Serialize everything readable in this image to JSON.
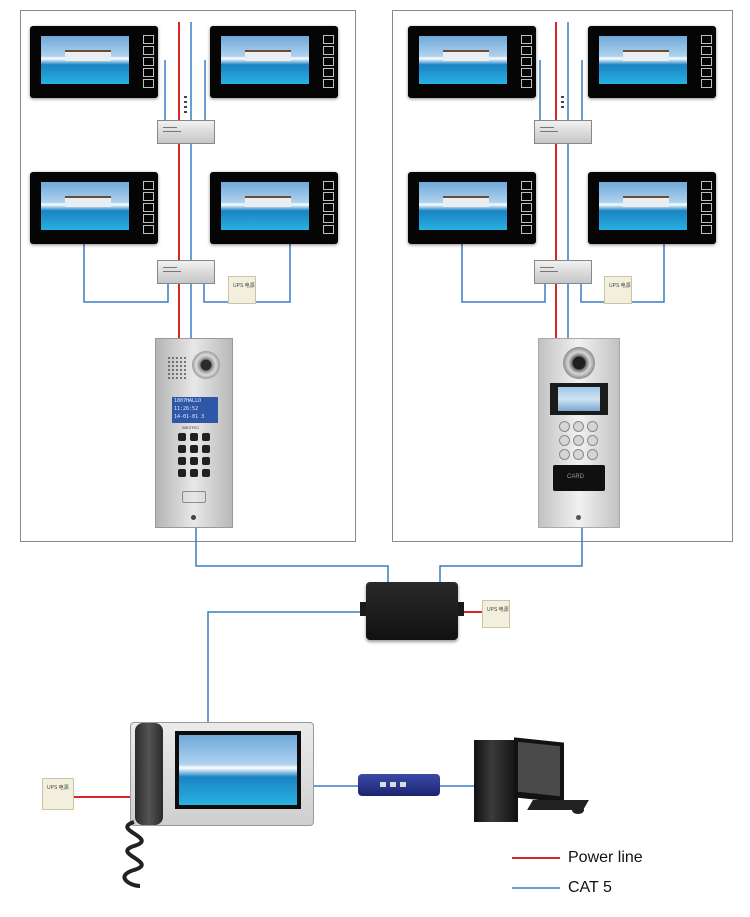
{
  "legend": {
    "power_label": "Power line",
    "cat5_label": "CAT 5",
    "power_color": "#d62727",
    "cat5_color": "#3a7dc3"
  },
  "power_supply": {
    "label": "UPS 电源"
  },
  "door_station_left": {
    "lcd_line1": "1807HALLO",
    "lcd_line2": "11:26:52",
    "lcd_line3": "14-01-01 3",
    "brand": "WESTEC"
  },
  "door_station_right": {
    "card_label": "CARD"
  }
}
